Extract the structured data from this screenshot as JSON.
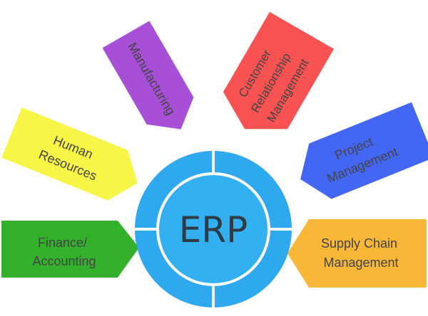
{
  "center": {
    "label": "ERP",
    "ring_color": "#2ea8ee",
    "core_color": "#33b0f2"
  },
  "modules": [
    {
      "id": "finance",
      "lines": [
        "Finance/",
        "Accounting"
      ],
      "color": "#33b12d"
    },
    {
      "id": "hr",
      "lines": [
        "Human",
        "Resources"
      ],
      "color": "#f7f545"
    },
    {
      "id": "manufacturing",
      "lines": [
        "Manufacturing"
      ],
      "color": "#a84fd8"
    },
    {
      "id": "crm",
      "lines": [
        "Customer",
        "Relationship",
        "Management"
      ],
      "color": "#f95253"
    },
    {
      "id": "project",
      "lines": [
        "Project",
        "Management"
      ],
      "color": "#4466f5"
    },
    {
      "id": "supply",
      "lines": [
        "Supply Chain",
        "Management"
      ],
      "color": "#f8b736"
    }
  ]
}
